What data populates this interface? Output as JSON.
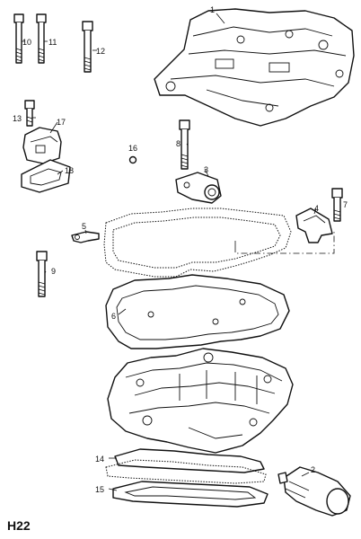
{
  "figure_code": "H22",
  "callouts": [
    "1",
    "2",
    "3",
    "4",
    "5",
    "6",
    "7",
    "8",
    "9",
    "10",
    "11",
    "12",
    "13",
    "14",
    "15",
    "16",
    "17",
    "18"
  ]
}
